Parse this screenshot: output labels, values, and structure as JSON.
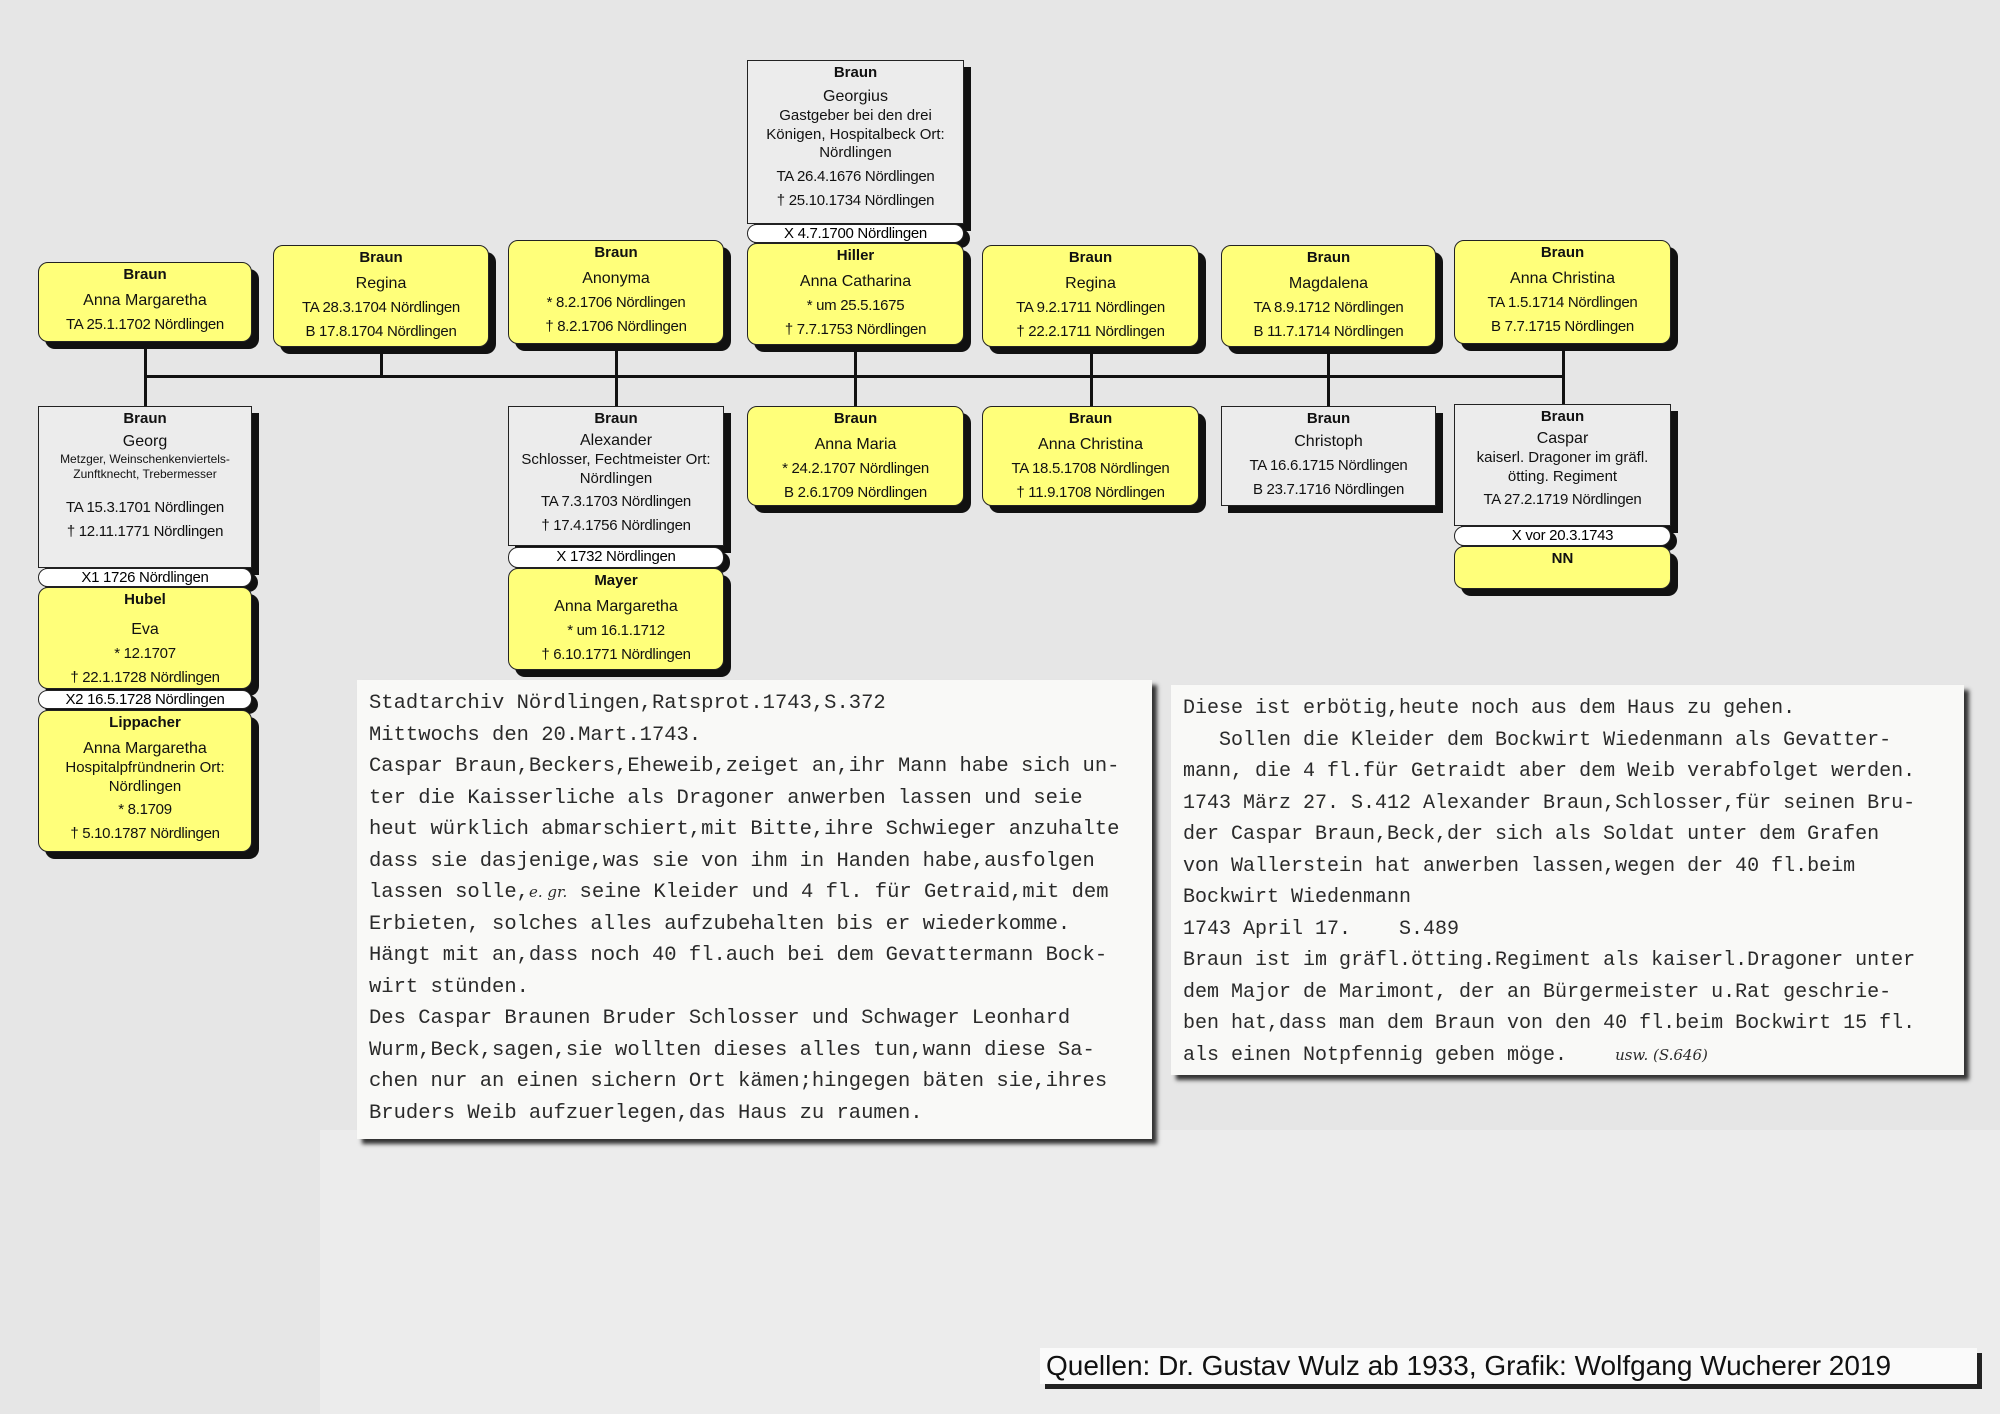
{
  "parents": {
    "father": {
      "surname": "Braun",
      "given": "Georgius",
      "occupation": "Gastgeber bei den drei Königen, Hospitalbeck Ort: Nördlingen",
      "events": [
        "TA 26.4.1676 Nördlingen",
        "† 25.10.1734 Nördlingen"
      ]
    },
    "marriage": "X 4.7.1700 Nördlingen",
    "mother": {
      "surname": "Hiller",
      "given": "Anna Catharina",
      "events": [
        "* um 25.5.1675",
        "† 7.7.1753 Nördlingen"
      ]
    }
  },
  "children_row1": [
    {
      "surname": "Braun",
      "given": "Anna Margaretha",
      "events": [
        "TA 25.1.1702 Nördlingen"
      ]
    },
    {
      "surname": "Braun",
      "given": "Regina",
      "events": [
        "TA 28.3.1704 Nördlingen",
        "B 17.8.1704 Nördlingen"
      ]
    },
    {
      "surname": "Braun",
      "given": "Anonyma",
      "events": [
        "* 8.2.1706 Nördlingen",
        "† 8.2.1706 Nördlingen"
      ]
    },
    {
      "surname": "Braun",
      "given": "Regina",
      "events": [
        "TA 9.2.1711 Nördlingen",
        "† 22.2.1711 Nördlingen"
      ]
    },
    {
      "surname": "Braun",
      "given": "Magdalena",
      "events": [
        "TA 8.9.1712 Nördlingen",
        "B 11.7.1714 Nördlingen"
      ]
    },
    {
      "surname": "Braun",
      "given": "Anna Christina",
      "events": [
        "TA 1.5.1714 Nördlingen",
        "B 7.7.1715 Nördlingen"
      ]
    }
  ],
  "children_row2": [
    {
      "surname": "Braun",
      "given": "Georg",
      "occupation": "Metzger, Weinschenkenviertels-Zunftknecht, Trebermesser",
      "events": [
        "TA 15.3.1701 Nördlingen",
        "† 12.11.1771 Nördlingen"
      ]
    },
    {
      "surname": "Braun",
      "given": "Alexander",
      "occupation": "Schlosser, Fechtmeister Ort: Nördlingen",
      "events": [
        "TA 7.3.1703 Nördlingen",
        "† 17.4.1756 Nördlingen"
      ]
    },
    {
      "surname": "Braun",
      "given": "Anna Maria",
      "events": [
        "* 24.2.1707 Nördlingen",
        "B 2.6.1709 Nördlingen"
      ]
    },
    {
      "surname": "Braun",
      "given": "Anna Christina",
      "events": [
        "TA 18.5.1708 Nördlingen",
        "† 11.9.1708 Nördlingen"
      ]
    },
    {
      "surname": "Braun",
      "given": "Christoph",
      "events": [
        "TA 16.6.1715 Nördlingen",
        "B 23.7.1716 Nördlingen"
      ]
    },
    {
      "surname": "Braun",
      "given": "Caspar",
      "occupation": "kaiserl. Dragoner im gräfl. ötting. Regiment",
      "events": [
        "TA 27.2.1719 Nördlingen"
      ]
    }
  ],
  "spouses": {
    "georg_1": {
      "marriage": "X1 1726 Nördlingen",
      "surname": "Hubel",
      "given": "Eva",
      "events": [
        "* 12.1707",
        "† 22.1.1728 Nördlingen"
      ]
    },
    "georg_2": {
      "marriage": "X2 16.5.1728 Nördlingen",
      "surname": "Lippacher",
      "given": "Anna Margaretha",
      "occupation": "Hospitalpfründnerin Ort: Nördlingen",
      "events": [
        "* 8.1709",
        "† 5.10.1787 Nördlingen"
      ]
    },
    "alexander": {
      "marriage": "X 1732 Nördlingen",
      "surname": "Mayer",
      "given": "Anna Margaretha",
      "events": [
        "* um 16.1.1712",
        "† 6.10.1771 Nördlingen"
      ]
    },
    "caspar": {
      "marriage": "X vor 20.3.1743",
      "surname": "NN"
    }
  },
  "document1": {
    "lines": [
      "Stadtarchiv Nördlingen,Ratsprot.1743,S.372",
      "Mittwochs den 20.Mart.1743.",
      "Caspar Braun,Beckers,Eheweib,zeiget an,ihr Mann habe sich un-",
      "ter die Kaisserliche als Dragoner anwerben lassen und seie",
      "heut würklich abmarschiert,mit Bitte,ihre Schwieger anzuhalte",
      "dass sie dasjenige,was sie von ihm in Handen habe,ausfolgen",
      "lassen solle,",
      "Erbieten, solches alles aufzubehalten bis er wiederkomme.",
      "Hängt mit an,dass noch 40 fl.auch bei dem Gevattermann Bock-",
      "wirt stünden.",
      "Des Caspar Braunen Bruder Schlosser und Schwager Leonhard",
      "Wurm,Beck,sagen,sie wollten dieses alles tun,wann diese Sa-",
      "chen nur an einen sichern Ort kämen;hingegen bäten sie,ihres",
      "Bruders Weib aufzuerlegen,das Haus zu raumen."
    ],
    "line7_annotation": "e. gr.",
    "line7_rest": " seine Kleider und 4 fl. für Getraid,mit dem"
  },
  "document2": {
    "lines": [
      "Diese ist erbötig,heute noch aus dem Haus zu gehen.",
      "   Sollen die Kleider dem Bockwirt Wiedenmann als Gevatter-",
      "mann, die 4 fl.für Getraidt aber dem Weib verabfolget werden.",
      "1743 März 27. S.412 Alexander Braun,Schlosser,für seinen Bru-",
      "der Caspar Braun,Beck,der sich als Soldat unter dem Grafen",
      "von Wallerstein hat anwerben lassen,wegen der 40 fl.beim",
      "Bockwirt Wiedenmann",
      "1743 April 17.    S.489",
      "Braun ist im gräfl.ötting.Regiment als kaiserl.Dragoner unter",
      "dem Major de Marimont, der an Bürgermeister u.Rat geschrie-",
      "ben hat,dass man dem Braun von den 40 fl.beim Bockwirt 15 fl.",
      "als einen Notpfennig geben möge."
    ],
    "handwritten_note": "usw. (S.646)"
  },
  "caption": "Quellen: Dr. Gustav Wulz ab 1933, Grafik: Wolfgang Wucherer 2019",
  "colors": {
    "female_box": "#ffff7a",
    "male_box": "#ececec",
    "shadow": "#111111"
  }
}
